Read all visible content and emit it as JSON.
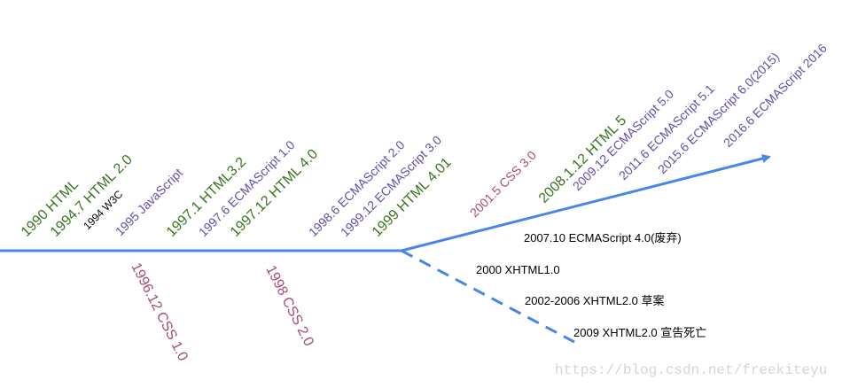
{
  "colors": {
    "line": "#4a86e8",
    "html": "#38761d",
    "js": "#674ea7",
    "css": "#a64d79",
    "plain": "#000000",
    "watermark": "#d6d6d6"
  },
  "above_labels": [
    {
      "text": "1990 HTML",
      "color": "html"
    },
    {
      "text": "1994.7 HTML 2.0",
      "color": "html"
    },
    {
      "text": "1994 W3C",
      "color": "plain"
    },
    {
      "text": "1995 JavaScript",
      "color": "js"
    },
    {
      "text": "1997.1 HTML3.2",
      "color": "html"
    },
    {
      "text": "1997.6 ECMAScript 1.0",
      "color": "js"
    },
    {
      "text": "1997.12 HTML 4.0",
      "color": "html"
    },
    {
      "text": "1998.6 ECMAScript 2.0",
      "color": "js"
    },
    {
      "text": "1999.12 ECMAScript 3.0",
      "color": "js"
    },
    {
      "text": "1999 HTML 4.01",
      "color": "html"
    },
    {
      "text": "2001.5 CSS 3.0",
      "color": "css"
    },
    {
      "text": "2008.1.12 HTML 5",
      "color": "html"
    },
    {
      "text": "2009.12 ECMAScript 5.0",
      "color": "js"
    },
    {
      "text": "2011.6 ECMAScript 5.1",
      "color": "js"
    },
    {
      "text": "2015.6 ECMAScript 6.0(2015)",
      "color": "js"
    },
    {
      "text": "2016.6 ECMAScript 2016",
      "color": "js"
    }
  ],
  "below_labels": [
    {
      "text": "1996.12 CSS 1.0",
      "color": "css"
    },
    {
      "text": "1998  CSS 2.0",
      "color": "css"
    }
  ],
  "branch_labels": [
    {
      "text": "2007.10 ECMAScript 4.0(废弃)"
    },
    {
      "text": "2000 XHTML1.0"
    },
    {
      "text": "2002-2006 XHTML2.0 草案"
    },
    {
      "text": "2009 XHTML2.0 宣告死亡"
    }
  ],
  "watermark": "https://blog.csdn.net/freekiteyu"
}
